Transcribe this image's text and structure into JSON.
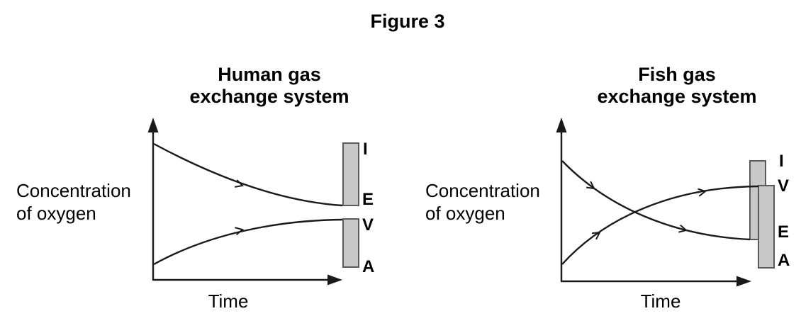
{
  "figure_title": "Figure 3",
  "colors": {
    "background": "#ffffff",
    "line": "#1a1a1a",
    "text": "#000000",
    "bar_fill": "#c8c8c8",
    "bar_border": "#5a5a5a"
  },
  "charts": [
    {
      "title": [
        "Human gas",
        "exchange system"
      ],
      "y_axis_label": [
        "Concentration",
        "of oxygen"
      ],
      "x_axis_label": "Time",
      "bar_labels": [
        "I",
        "E",
        "V",
        "A"
      ],
      "curves": [
        {
          "from": "I",
          "to": "E",
          "trend": "starts high, falls and levels off at the bar between I and E"
        },
        {
          "from": "A",
          "to": "V",
          "trend": "starts low, rises and levels off at the bar between V and A"
        }
      ]
    },
    {
      "title": [
        "Fish gas",
        "exchange system"
      ],
      "y_axis_label": [
        "Concentration",
        "of oxygen"
      ],
      "x_axis_label": "Time",
      "bar_labels": [
        "I",
        "V",
        "E",
        "A"
      ],
      "curves": [
        {
          "from": "I",
          "to": "E",
          "trend": "starts high, falls and levels off at the I–E bar, crossing the rising curve"
        },
        {
          "from": "A",
          "to": "V",
          "trend": "starts low, rises and levels off at the V–A bar, crossing the falling curve"
        }
      ]
    }
  ]
}
